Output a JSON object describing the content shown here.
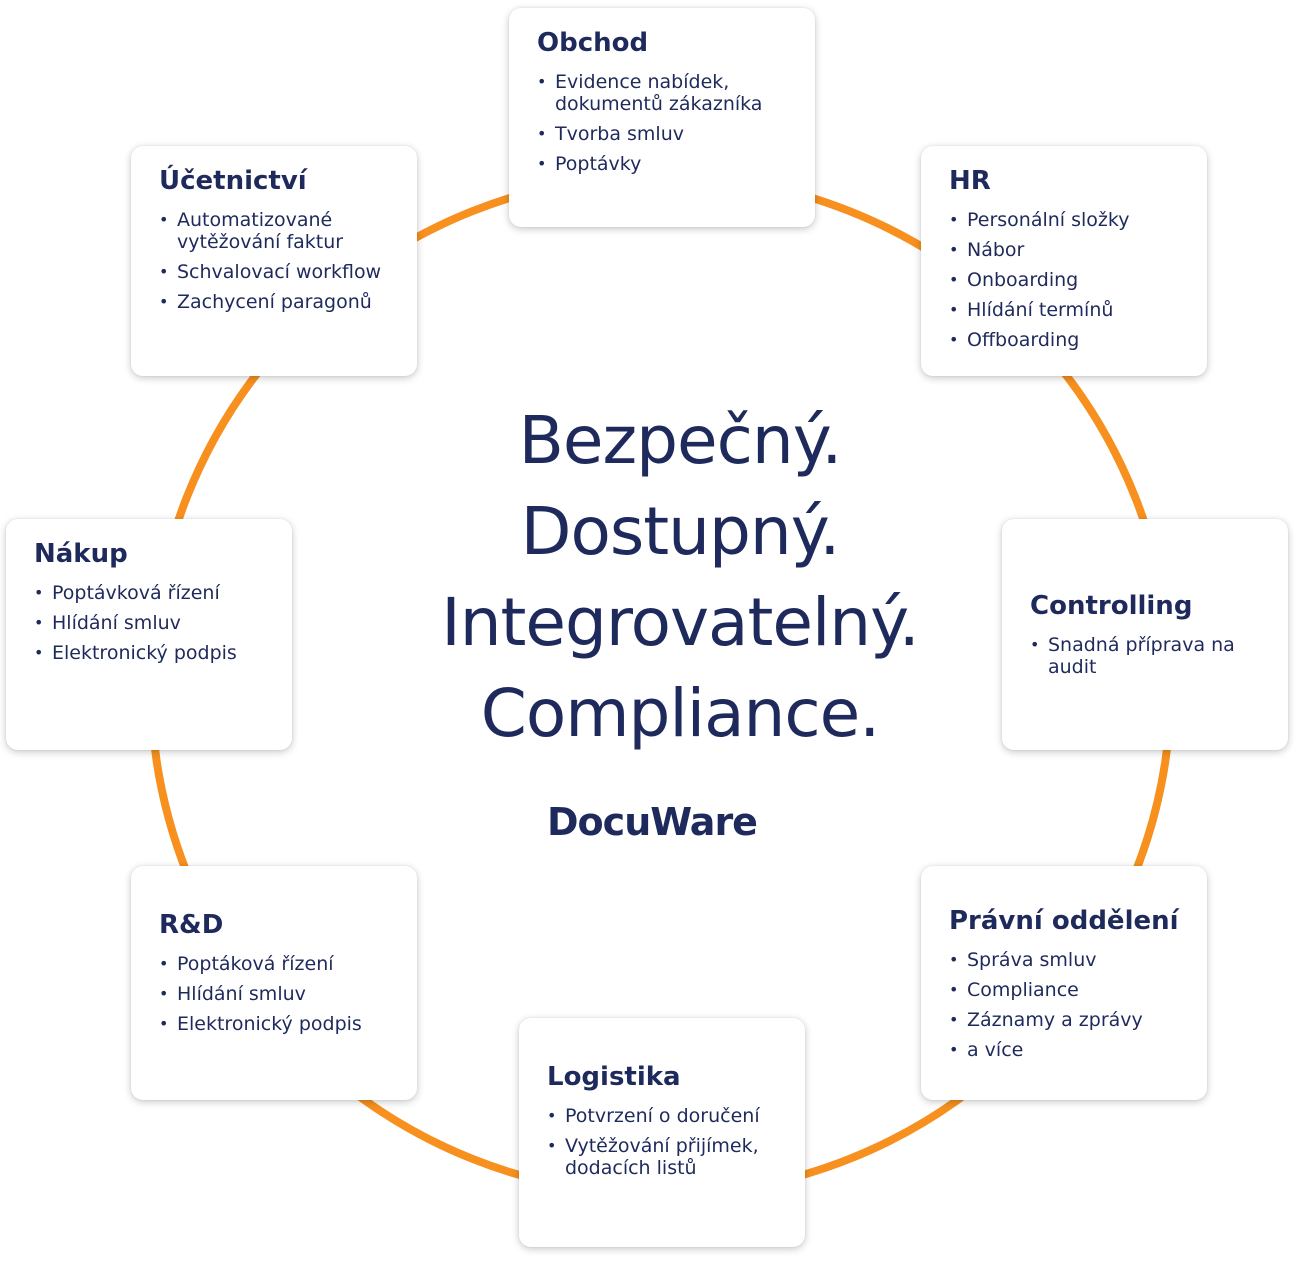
{
  "colors": {
    "ring": "#f7901e",
    "text": "#1f2a5c",
    "card": "#ffffff"
  },
  "headline": {
    "line1": "Bezpečný.",
    "line2": "Dostupný.",
    "line3": "Integrovatelný.",
    "line4": "Compliance."
  },
  "brand": "DocuWare",
  "cards": {
    "obchod": {
      "title": "Obchod",
      "items": [
        "Evidence nabídek, dokumentů zákazníka",
        "Tvorba smluv",
        "Poptávky"
      ]
    },
    "hr": {
      "title": "HR",
      "items": [
        "Personální složky",
        "Nábor",
        "Onboarding",
        "Hlídání termínů",
        "Offboarding"
      ]
    },
    "ucetnictvi": {
      "title": "Účetnictví",
      "items": [
        "Automatizované vytěžování faktur",
        "Schvalovací workflow",
        "Zachycení paragonů"
      ]
    },
    "nakup": {
      "title": "Nákup",
      "items": [
        "Poptávková řízení",
        "Hlídání smluv",
        "Elektronický podpis"
      ]
    },
    "controlling": {
      "title": "Controlling",
      "items": [
        "Snadná příprava na audit"
      ]
    },
    "rd": {
      "title": "R&D",
      "items": [
        "Poptáková řízení",
        "Hlídání smluv",
        "Elektronický podpis"
      ]
    },
    "pravni": {
      "title": "Právní oddělení",
      "items": [
        "Správa smluv",
        "Compliance",
        "Záznamy a zprávy",
        "a více"
      ]
    },
    "logistika": {
      "title": "Logistika",
      "items": [
        "Potvrzení o doručení",
        "Vytěžování přijímek, dodacích listů"
      ]
    }
  }
}
